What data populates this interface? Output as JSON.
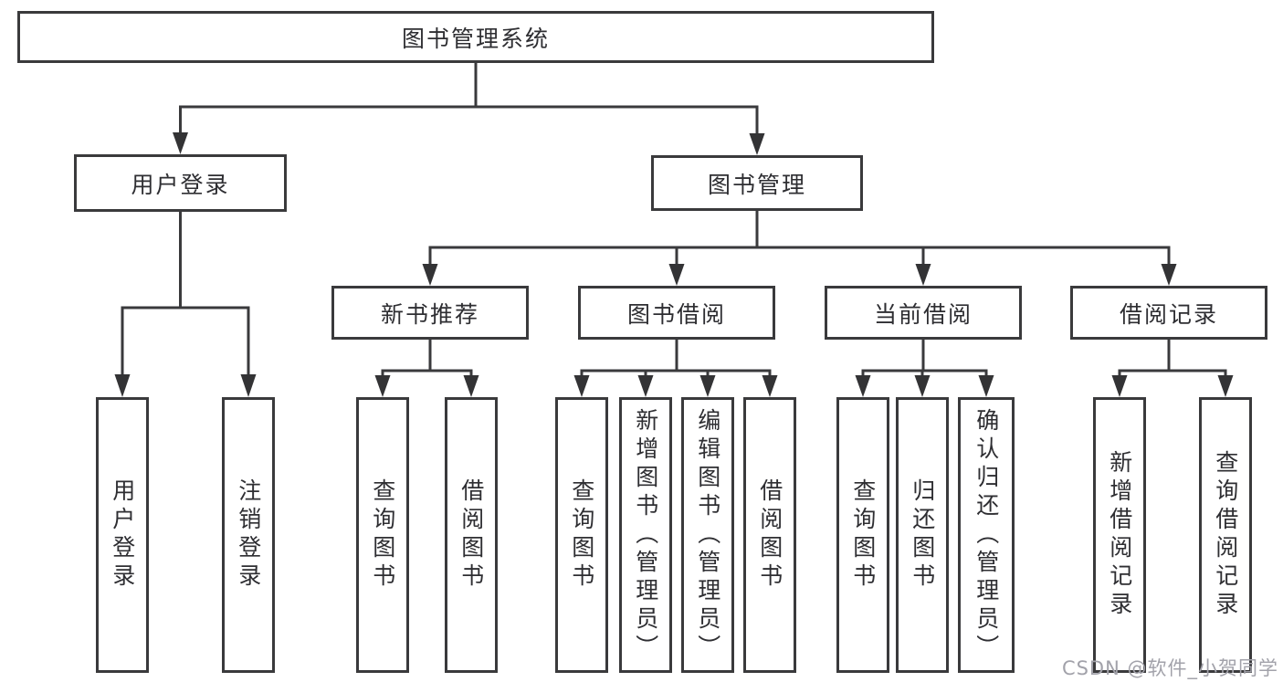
{
  "diagram": {
    "root": {
      "label": "图书管理系统"
    },
    "branches": [
      {
        "label": "用户登录",
        "children": [
          {
            "label": "用户登录"
          },
          {
            "label": "注销登录"
          }
        ]
      },
      {
        "label": "图书管理",
        "children": [
          {
            "label": "新书推荐",
            "children": [
              {
                "label": "查询图书"
              },
              {
                "label": "借阅图书"
              }
            ]
          },
          {
            "label": "图书借阅",
            "children": [
              {
                "label": "查询图书"
              },
              {
                "label": "新增图书（管理员）"
              },
              {
                "label": "编辑图书（管理员）"
              },
              {
                "label": "借阅图书"
              }
            ]
          },
          {
            "label": "当前借阅",
            "children": [
              {
                "label": "查询图书"
              },
              {
                "label": "归还图书"
              },
              {
                "label": "确认归还（管理员）"
              }
            ]
          },
          {
            "label": "借阅记录",
            "children": [
              {
                "label": "新增借阅记录"
              },
              {
                "label": "查询借阅记录"
              }
            ]
          }
        ]
      }
    ]
  },
  "watermark": {
    "text": "CSDN @软件_小贺同学"
  },
  "colors": {
    "line": "#3a3a3c",
    "text": "#2e2e32",
    "watermark": "#a2a2aa",
    "background": "#ffffff"
  }
}
